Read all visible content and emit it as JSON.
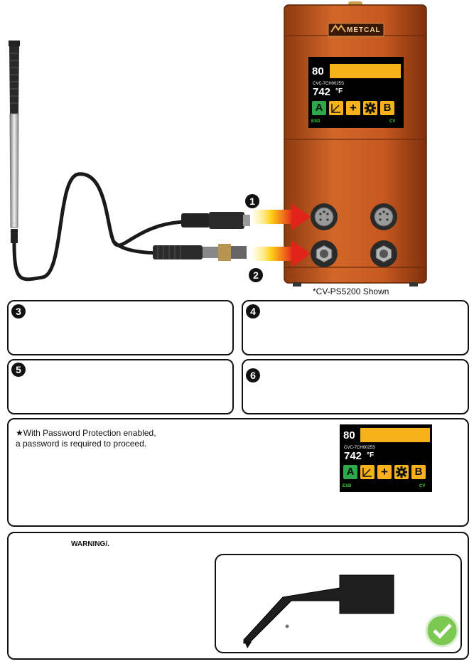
{
  "brand": {
    "logo_text": "METCAL"
  },
  "display": {
    "temp_setpoint": "80",
    "model": "CVC-7CH0025S",
    "temp_actual": "742",
    "unit": "°F",
    "btn_a": "A",
    "btn_plus": "+",
    "btn_b": "B",
    "esd": "ESD",
    "cv": "CV"
  },
  "steps": {
    "s1": "1",
    "s2": "2",
    "s3": "3",
    "s4": "4",
    "s5": "5",
    "s6": "6"
  },
  "caption": "*CV-PS5200 Shown",
  "password_note": "With Password Protection enabled, a password is required to proceed.",
  "warning_label": "WARNING/.",
  "colors": {
    "station": "#c0531a",
    "screen_yellow": "#f7b21b",
    "green_btn": "#2ea84a",
    "check_green": "#6cc04a"
  },
  "icons": [
    "metcal-logo-icon",
    "arrow-icon",
    "power-off-icon",
    "power-on-icon",
    "check-icon",
    "warning-triangle-icon",
    "hot-surface-icon",
    "gear-icon",
    "graph-icon"
  ]
}
